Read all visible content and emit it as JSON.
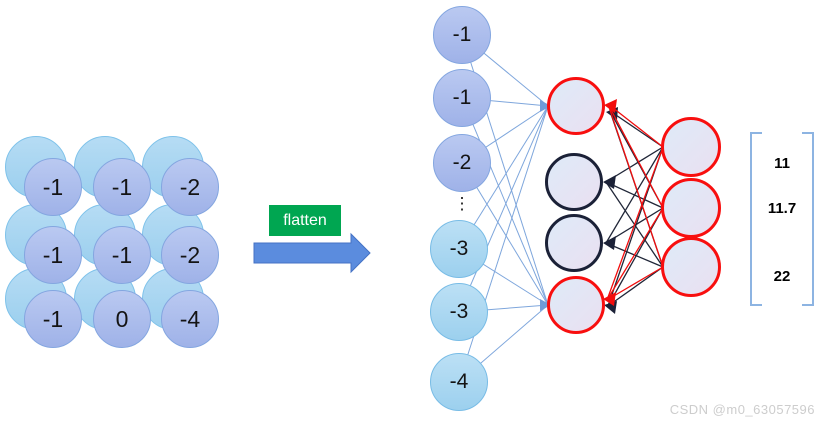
{
  "grid": {
    "rows": [
      [
        "-1",
        "-1",
        "-2"
      ],
      [
        "-1",
        "-1",
        "-2"
      ],
      [
        "-1",
        "0",
        "-4"
      ]
    ]
  },
  "flatten": {
    "label": "flatten"
  },
  "flatten_column": {
    "values": [
      "-1",
      "-1",
      "-2",
      "-3",
      "-3",
      "-4"
    ],
    "ellipsis": "⋮"
  },
  "hidden_layer": {
    "node_count": 4,
    "border_colors": [
      "red",
      "black",
      "black",
      "red"
    ]
  },
  "output_layer": {
    "node_count": 3,
    "border_color": "red"
  },
  "output_vector": {
    "values": [
      "11",
      "11.7",
      "22"
    ]
  },
  "watermark": "CSDN @m0_63057596",
  "colors": {
    "flatten_badge": "#00a651",
    "arrow_fill": "#5b8cde",
    "arrow_stroke": "#4472c4",
    "input_line": "#7ea6dc",
    "red_line": "#f20d0d",
    "black_line": "#202638",
    "bracket": "#8db4e2",
    "grid_front_fill": "#a9bcea",
    "grid_back_fill": "#a8d5f0"
  }
}
